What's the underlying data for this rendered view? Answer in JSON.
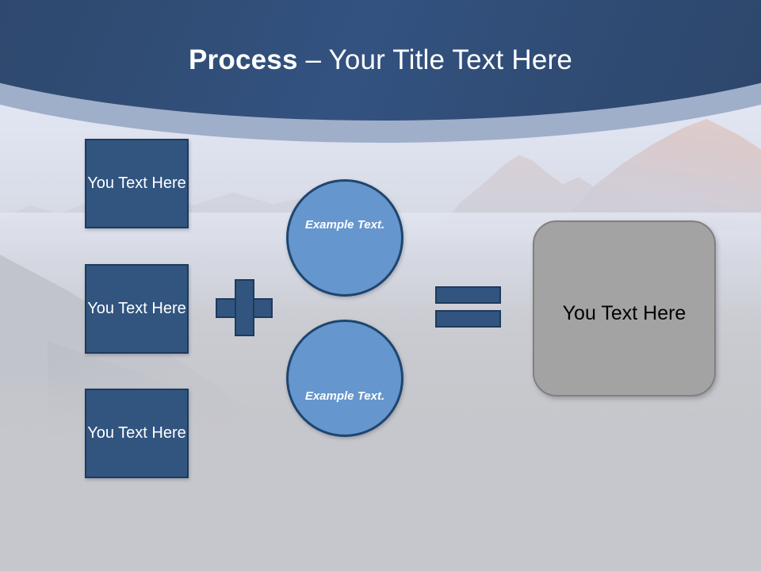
{
  "slide": {
    "title": {
      "strong": "Process",
      "separator": " – ",
      "light": "Your Title Text Here",
      "full": "Process – Your Title Text Here"
    }
  },
  "diagram": {
    "input_boxes": [
      {
        "label": "You Text Here"
      },
      {
        "label": "You Text Here"
      },
      {
        "label": "You Text Here"
      }
    ],
    "plus_operator": {
      "symbol": "+",
      "icon": "plus-icon"
    },
    "circles": [
      {
        "label": "Example Text."
      },
      {
        "label": "Example Text."
      }
    ],
    "equals_operator": {
      "symbol": "=",
      "icon": "equals-icon"
    },
    "result_box": {
      "label": "You Text Here"
    }
  },
  "colors": {
    "header_blue_dark": "#2d4268",
    "header_blue_mid": "#335280",
    "header_arc_light": "#9fafc9",
    "box_fill": "#31557f",
    "box_border": "#1f3a5c",
    "circle_fill": "#6596ce",
    "circle_border": "#1f456e",
    "result_fill": "#a3a3a3",
    "result_border": "#808080",
    "background_gray": "#c6c7cc",
    "title_text": "#ffffff",
    "result_text": "#000000"
  }
}
